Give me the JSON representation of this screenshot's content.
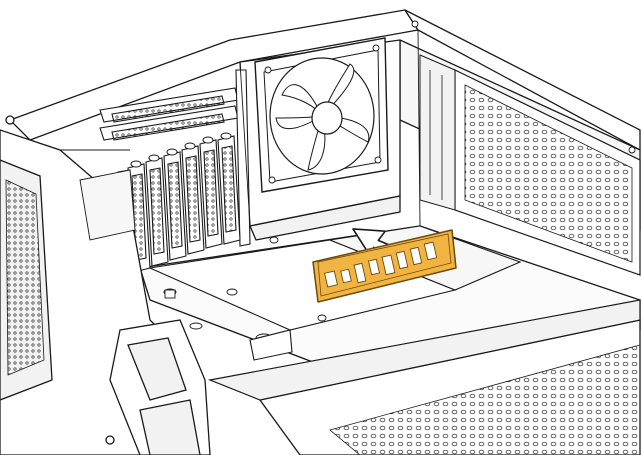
{
  "figure": {
    "subject": "pc-case-io-shield-installation",
    "colors": {
      "line": "#1a1a1a",
      "paper": "#ffffff",
      "panel_shade": "#f2f2f2",
      "mesh_shade": "#d9d9d9",
      "io_shield_fill": "#f2b441",
      "io_shield_stroke": "#6e4a0e",
      "arrow_fill": "#ffffff"
    },
    "parts": [
      {
        "id": "case-chassis",
        "icon": "chassis-outline"
      },
      {
        "id": "rear-fan",
        "icon": "fan-icon"
      },
      {
        "id": "pci-slot-covers",
        "icon": "slot-cover-icon",
        "count": 7
      },
      {
        "id": "front-mesh-panel",
        "icon": "mesh-panel"
      },
      {
        "id": "side-mesh-panel",
        "icon": "mesh-panel"
      },
      {
        "id": "motherboard-tray",
        "icon": "tray-outline"
      },
      {
        "id": "io-shield",
        "icon": "io-shield-icon",
        "highlighted": true
      },
      {
        "id": "install-direction-arrow",
        "icon": "arrow-icon"
      }
    ]
  }
}
